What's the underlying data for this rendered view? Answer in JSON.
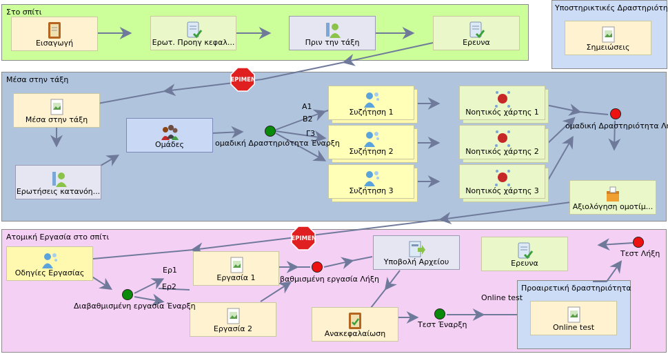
{
  "regions": {
    "home": {
      "title": "Στο σπίτι",
      "color": "#ccff99"
    },
    "support": {
      "title": "Υποστηρικτικές Δραστηριότητες",
      "color": "#cddcf6"
    },
    "class": {
      "title": "Μέσα στην τάξη",
      "color": "#b0c4de"
    },
    "individual": {
      "title": "Ατομική Εργασία στο σπίτι",
      "color": "#f5d0f5"
    },
    "optional": {
      "title": "Προαιρετική δραστηριότητα",
      "color": "#cddcf6"
    }
  },
  "nodes": {
    "intro": "Εισαγωγή",
    "prior_questions": "Ερωτ. Προηγ κεφαλ...",
    "before_class": "Πριν την τάξη",
    "research_home": "Ερευνα",
    "notes": "Σημειώσεις",
    "in_class": "Μέσα στην τάξη",
    "groups": "Ομάδες",
    "comprehension_questions": "Ερωτήσεις κατανόη...",
    "discussion_1": "Συζήτηση 1",
    "discussion_2": "Συζήτηση 2",
    "discussion_3": "Συζήτηση 3",
    "mindmap_1": "Νοητικός χάρτης 1",
    "mindmap_2": "Νοητικός χάρτης 2",
    "mindmap_3": "Νοητικός χάρτης 3",
    "peer_review": "Αξιολόγηση ομοτίμ...",
    "work_instructions": "Οδηγίες Εργασίας",
    "assignment_1": "Εργασία 1",
    "assignment_2": "Εργασία 2",
    "file_submission": "Υποβολή Αρχείου",
    "research_individual": "Ερευνα",
    "recap": "Ανακεφαλαίωση",
    "online_test": "Online test"
  },
  "gates": {
    "wait_1": "ΠΕΡΙΜΕΝΕ",
    "wait_2": "ΠΕΡΙΜΕΝΕ",
    "group_start": "ομαδική Δραστηριότητα Έναρξη",
    "group_end": "ομαδική Δραστηριότητα Λήξη",
    "graded_start": "Διαβαθμισμένη εργασία Έναρξη",
    "graded_end": "βαθμισμένη εργασία Λήξη",
    "test_start": "Τεστ Έναρξη",
    "test_end": "Τεστ Λήξη"
  },
  "edge_labels": {
    "a1": "Α1",
    "b2": "Β2",
    "g3": "Γ3",
    "ep1": "Ερ1",
    "ep2": "Ερ2",
    "online_test_branch": "Online test"
  }
}
